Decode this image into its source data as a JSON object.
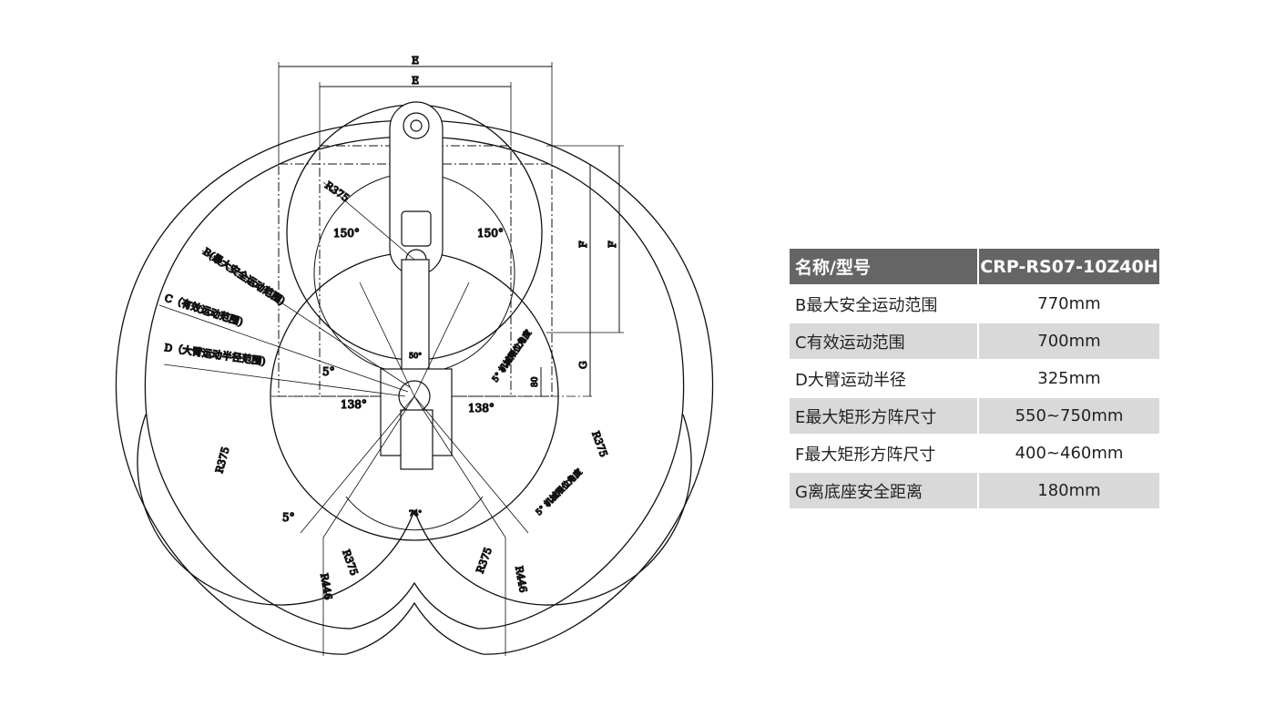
{
  "diagram": {
    "dim_E": "E",
    "dim_F": "F",
    "dim_G": "G",
    "dim_80": "80",
    "radius_r375": "R375",
    "radius_r446": "R446",
    "angle_150": "150°",
    "angle_138": "138°",
    "angle_50": "50°",
    "angle_74": "74°",
    "angle_5": "5°",
    "mech_limit": "5° 机械限位角度",
    "label_b": "B(最大安全运动范围)",
    "label_c": "C（有效运动范围)",
    "label_d": "D（大臂运动半径范围)"
  },
  "table": {
    "header": [
      "名称/型号",
      "CRP-RS07-10Z40H"
    ],
    "rows": [
      [
        "B最大安全运动范围",
        "770mm"
      ],
      [
        "C有效运动范围",
        "700mm"
      ],
      [
        "D大臂运动半径",
        "325mm"
      ],
      [
        "E最大矩形方阵尺寸",
        "550~750mm"
      ],
      [
        "F最大矩形方阵尺寸",
        "400~460mm"
      ],
      [
        "G离底座安全距离",
        "180mm"
      ]
    ]
  }
}
